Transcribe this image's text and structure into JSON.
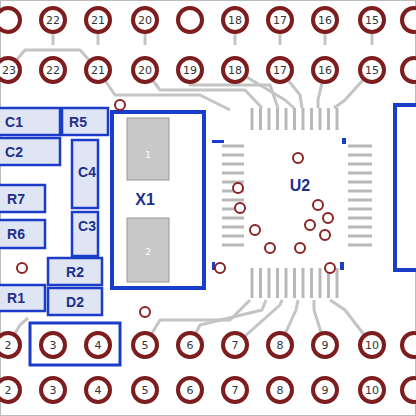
{
  "diagram": {
    "labels": [
      "22",
      "21",
      "20",
      "18",
      "17",
      "16",
      "15",
      "23",
      "22",
      "21",
      "20",
      "19",
      "18",
      "17",
      "16",
      "15",
      "C1",
      "R5",
      "C2",
      "C4",
      "R7",
      "C3",
      "R6",
      "R2",
      "R1",
      "D2",
      "X1",
      "U2",
      "1",
      "2",
      "2",
      "3",
      "4",
      "5",
      "6",
      "7",
      "8",
      "9",
      "10",
      "2",
      "3",
      "4",
      "5",
      "6",
      "7",
      "8",
      "9",
      "10"
    ]
  }
}
